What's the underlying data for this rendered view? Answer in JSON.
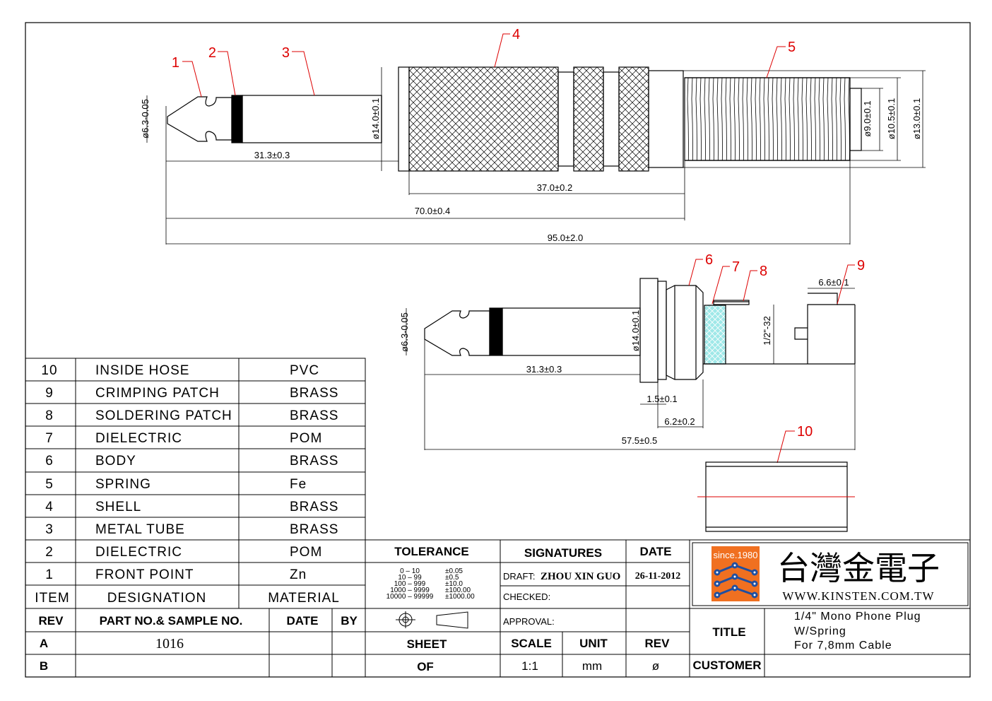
{
  "callouts": [
    "1",
    "2",
    "3",
    "4",
    "5",
    "6",
    "7",
    "8",
    "9",
    "10"
  ],
  "dimensions": {
    "tip_dia": "ø6.3-0.05",
    "len_31": "31.3±0.3",
    "dia_14": "ø14.0±0.1",
    "len_37": "37.0±0.2",
    "len_70": "70.0±0.4",
    "len_95": "95.0±2.0",
    "dia_9": "ø9.0±0.1",
    "dia_10_5": "ø10.5±0.1",
    "dia_13": "ø13.0±0.1",
    "tip_dia_2": "ø6.3-0.05",
    "len_31_2": "31.3±0.3",
    "dia_14_2": "ø14.0±0.1",
    "thread": "1/2\"-32",
    "w_6_6": "6.6±0.1",
    "w_1_5": "1.5±0.1",
    "w_6_2": "6.2±0.2",
    "len_57_5": "57.5±0.5"
  },
  "bom": {
    "rows": [
      {
        "item": "10",
        "designation": "INSIDE  HOSE",
        "material": "PVC"
      },
      {
        "item": "9",
        "designation": "CRIMPING  PATCH",
        "material": "BRASS"
      },
      {
        "item": "8",
        "designation": "SOLDERING  PATCH",
        "material": "BRASS"
      },
      {
        "item": "7",
        "designation": "DIELECTRIC",
        "material": "POM"
      },
      {
        "item": "6",
        "designation": "BODY",
        "material": "BRASS"
      },
      {
        "item": "5",
        "designation": "SPRING",
        "material": "Fe"
      },
      {
        "item": "4",
        "designation": "SHELL",
        "material": "BRASS"
      },
      {
        "item": "3",
        "designation": "METAL  TUBE",
        "material": "BRASS"
      },
      {
        "item": "2",
        "designation": "DIELECTRIC",
        "material": "POM"
      },
      {
        "item": "1",
        "designation": "FRONT  POINT",
        "material": "Zn"
      }
    ],
    "header": {
      "item": "ITEM",
      "designation": "DESIGNATION",
      "material": "MATERIAL"
    }
  },
  "revision": {
    "header": {
      "rev": "REV",
      "part": "PART NO.& SAMPLE NO.",
      "date": "DATE",
      "by": "BY"
    },
    "rows": [
      {
        "rev": "A",
        "part": "1016",
        "date": "",
        "by": ""
      },
      {
        "rev": "B",
        "part": "",
        "date": "",
        "by": ""
      }
    ]
  },
  "tolerance": {
    "title": "TOLERANCE",
    "ranges": [
      {
        "range": "0  –  10",
        "tol": "±0.05"
      },
      {
        "range": "10  –  99",
        "tol": "±0.5"
      },
      {
        "range": "100  –  999",
        "tol": "±10.0"
      },
      {
        "range": "1000  –  9999",
        "tol": "±100.00"
      },
      {
        "range": "10000  –  99999",
        "tol": "±1000.00"
      }
    ]
  },
  "signatures": {
    "title": "SIGNATURES",
    "date_title": "DATE",
    "draft_label": "DRAFT:",
    "draft_name": "ZHOU XIN GUO",
    "draft_date": "26-11-2012",
    "checked_label": "CHECKED:",
    "approval_label": "APPROVAL:"
  },
  "sheet": {
    "sheet_label": "SHEET",
    "of_label": "OF",
    "scale_label": "SCALE",
    "unit_label": "UNIT",
    "rev_label": "REV",
    "scale": "1:1",
    "unit": "mm",
    "rev": "ø"
  },
  "company": {
    "since": "since.1980",
    "name": "台灣金電子",
    "url": "WWW.KINSTEN.COM.TW"
  },
  "title_block": {
    "title_label": "TITLE",
    "title_lines": [
      "1/4\"  Mono  Phone  Plug",
      "W/Spring",
      "For  7,8mm  Cable"
    ],
    "customer_label": "CUSTOMER",
    "customer": ""
  },
  "colors": {
    "callout": "#d00000",
    "dielectric": "#9fe8e8",
    "logo_orange": "#f07020",
    "logo_blue": "#1f4fa0"
  }
}
